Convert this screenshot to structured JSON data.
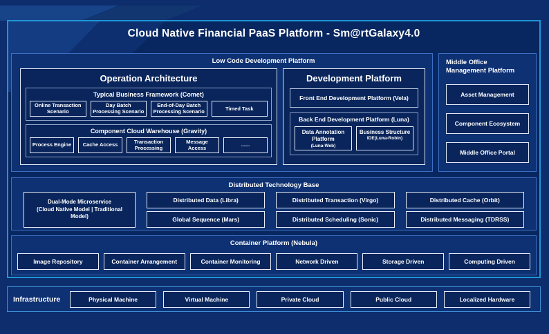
{
  "title": "Cloud Native Financial PaaS Platform - Sm@rtGalaxy4.0",
  "low_code": {
    "label": "Low Code Development Platform",
    "operation_architecture": {
      "title": "Operation Architecture",
      "comet": {
        "label": "Typical Business Framework (Comet)",
        "items": [
          "Online Transaction Scenario",
          "Day Batch Processing Scenario",
          "End-of-Day Batch Processing Scenario",
          "Timed Task"
        ]
      },
      "gravity": {
        "label": "Component Cloud Warehouse (Gravity)",
        "items": [
          "Process Engine",
          "Cache Access",
          "Transaction Processing",
          "Message Access",
          "......"
        ]
      }
    },
    "development_platform": {
      "title": "Development Platform",
      "front_end": "Front End Development Platform (Vela)",
      "back_end": {
        "label": "Back End Development Platform (Luna)",
        "items": [
          {
            "name": "Data Annotation Platform",
            "sub": "(Luna-Web)"
          },
          {
            "name": "Business Structure",
            "sub": "IDE(Luna-Robin)"
          }
        ]
      }
    }
  },
  "middle_office": {
    "label": "Middle Office Management Platform",
    "items": [
      "Asset Management",
      "Component Ecosystem",
      "Middle Office Portal"
    ]
  },
  "distributed": {
    "label": "Distributed Technology Base",
    "dual_mode": {
      "line1": "Dual-Mode Microservice",
      "line2": "(Cloud Native Model | Traditional Model)"
    },
    "grid": [
      "Distributed Data (Libra)",
      "Global Sequence (Mars)",
      "Distributed Transaction (Virgo)",
      "Distributed Scheduling (Sonic)",
      "Distributed Cache (Orbit)",
      "Distributed Messaging (TDRSS)"
    ]
  },
  "container_platform": {
    "label": "Container Platform (Nebula)",
    "items": [
      "Image Repository",
      "Container Arrangement",
      "Container Monitoring",
      "Network Driven",
      "Storage Driven",
      "Computing Driven"
    ]
  },
  "infrastructure": {
    "label": "Infrastructure",
    "items": [
      "Physical Machine",
      "Virtual Machine",
      "Private Cloud",
      "Public Cloud",
      "Localized Hardware"
    ]
  },
  "colors": {
    "background": "#0d2d6d",
    "container_fill": "#08265f",
    "accent_border": "#1e96d7",
    "section_fill": "#0e3173",
    "section_border": "#3c6fc2",
    "box_fill": "#09255c",
    "white_border": "#e8eef8",
    "gray_border": "#8da2c6",
    "text": "#ffffff"
  }
}
